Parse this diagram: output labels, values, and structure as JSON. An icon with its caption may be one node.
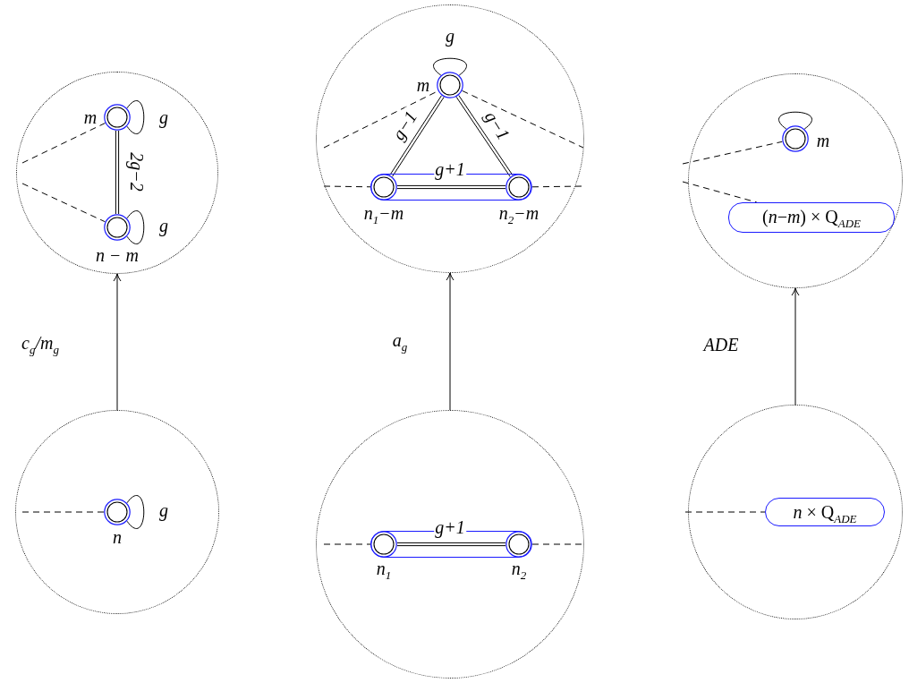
{
  "diagram": {
    "nodes": [
      {
        "text": [],
        "shape": "circle"
      },
      {
        "text": [],
        "shape": "circle",
        "in": 0,
        "beside": [
          "m"
        ]
      },
      {
        "text": [],
        "shape": "circle",
        "in": 0,
        "beside": [
          "n − m"
        ]
      },
      {
        "text": [],
        "shape": "circle"
      },
      {
        "text": [],
        "shape": "circle",
        "in": 3,
        "beside": [
          "m"
        ]
      },
      {
        "text": [],
        "shape": "box",
        "in": 3
      },
      {
        "text": [],
        "shape": "circle",
        "in": 5,
        "beside": [
          "n$_{1}$−m"
        ]
      },
      {
        "text": [],
        "shape": "circle",
        "in": 5,
        "beside": [
          "n$_{2}$−m"
        ]
      },
      {
        "text": [],
        "shape": "circle"
      },
      {
        "text": [],
        "shape": "circle",
        "in": 8,
        "beside": [
          "m"
        ]
      },
      {
        "text": [
          "(*n*−*m*) × Q$_{ADE}$"
        ],
        "in": 8
      },
      {
        "text": [],
        "shape": "circle"
      },
      {
        "text": [],
        "shape": "circle",
        "in": 11,
        "beside": [
          "n"
        ]
      },
      {
        "text": [],
        "shape": "circle"
      },
      {
        "text": [],
        "shape": "box",
        "in": 13
      },
      {
        "text": [],
        "shape": "circle",
        "in": 14,
        "beside": [
          "n$_{1}$"
        ]
      },
      {
        "text": [],
        "shape": "circle",
        "in": 14,
        "beside": [
          "n$_{2}$"
        ]
      },
      {
        "text": [],
        "shape": "circle"
      },
      {
        "text": [
          "*n* × Q$_{ADE}$"
        ],
        "in": 17
      }
    ],
    "edges": [
      {
        "from": 1,
        "to": 1,
        "arrow": "none",
        "label": "g"
      },
      {
        "from": 2,
        "to": 2,
        "arrow": "none",
        "label": "g"
      },
      {
        "from": 1,
        "to": 2,
        "arrow": "none",
        "label": "2g−2"
      },
      {
        "from": null,
        "to": 1,
        "arrow": "none",
        "style": "dashed"
      },
      {
        "from": null,
        "to": 2,
        "arrow": "none",
        "style": "dashed"
      },
      {
        "from": 4,
        "to": 4,
        "arrow": "none",
        "label": "g"
      },
      {
        "from": 4,
        "to": 6,
        "arrow": "none",
        "label": "g−1"
      },
      {
        "from": 4,
        "to": 7,
        "arrow": "none",
        "label": "g−1"
      },
      {
        "from": 6,
        "to": 7,
        "arrow": "none",
        "label": "g+1"
      },
      {
        "from": null,
        "to": 4,
        "arrow": "none",
        "style": "dashed"
      },
      {
        "from": 4,
        "to": null,
        "arrow": "none",
        "style": "dashed"
      },
      {
        "from": null,
        "to": 6,
        "arrow": "none",
        "style": "dashed"
      },
      {
        "from": 7,
        "to": null,
        "arrow": "none",
        "style": "dashed"
      },
      {
        "from": 9,
        "to": 9,
        "arrow": "none"
      },
      {
        "from": null,
        "to": 9,
        "arrow": "none",
        "style": "dashed"
      },
      {
        "from": null,
        "to": 10,
        "arrow": "none",
        "style": "dashed"
      },
      {
        "from": 12,
        "to": 12,
        "arrow": "none",
        "label": "g"
      },
      {
        "from": null,
        "to": 12,
        "arrow": "none",
        "style": "dashed"
      },
      {
        "from": 15,
        "to": 16,
        "arrow": "none",
        "label": "g+1"
      },
      {
        "from": null,
        "to": 15,
        "arrow": "none",
        "style": "dashed"
      },
      {
        "from": 16,
        "to": null,
        "arrow": "none",
        "style": "dashed"
      },
      {
        "from": null,
        "to": 18,
        "arrow": "none",
        "style": "dashed"
      },
      {
        "from": 11,
        "to": 0,
        "arrow": "to",
        "label": "c$_{g}$/m$_{g}$"
      },
      {
        "from": 13,
        "to": 3,
        "arrow": "to",
        "label": "a$_{g}$"
      },
      {
        "from": 17,
        "to": 8,
        "arrow": "to",
        "label": "ADE"
      }
    ]
  }
}
